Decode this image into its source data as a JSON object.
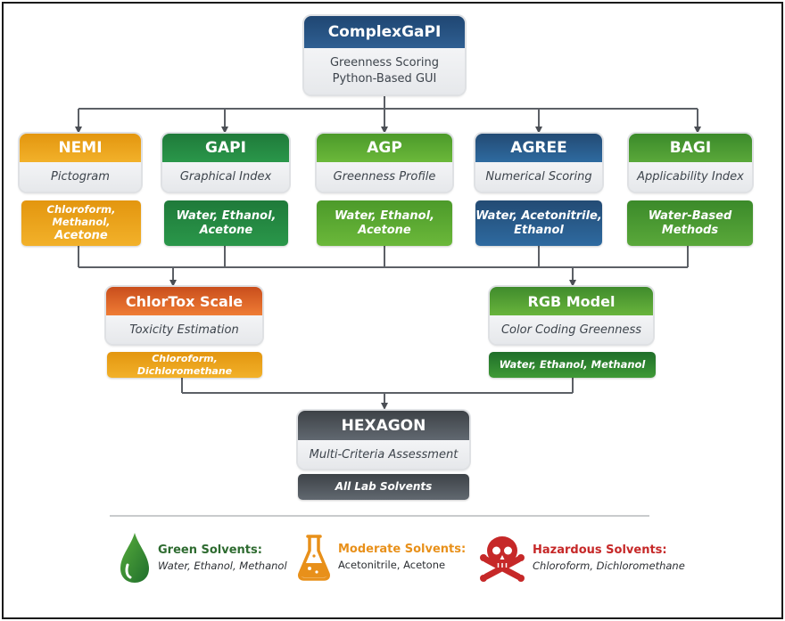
{
  "diagram": {
    "root": {
      "title": "ComplexGaPI",
      "subtitle_line1": "Greenness Scoring",
      "subtitle_line2": "Python-Based GUI",
      "color": "#1f4672"
    },
    "tools": [
      {
        "title": "NEMI",
        "subtitle": "Pictogram",
        "solvents": "Chloroform, Methanol, Acetone",
        "solvents_line1": "Chloroform, Methanol,",
        "solvents_line2": "Acetone",
        "color": "#e89e14"
      },
      {
        "title": "GAPI",
        "subtitle": "Graphical Index",
        "solvents": "Water, Ethanol, Acetone",
        "solvents_line1": "Water, Ethanol,",
        "solvents_line2": "Acetone",
        "color": "#238741"
      },
      {
        "title": "AGP",
        "subtitle": "Greenness Profile",
        "solvents": "Water, Ethanol, Acetone",
        "solvents_line1": "Water, Ethanol,",
        "solvents_line2": "Acetone",
        "color": "#5aa832"
      },
      {
        "title": "AGREE",
        "subtitle": "Numerical Scoring",
        "solvents": "Water, Acetonitrile, Ethanol",
        "solvents_line1": "Water, Acetonitrile,",
        "solvents_line2": "Ethanol",
        "color": "#28598a"
      },
      {
        "title": "BAGI",
        "subtitle": "Applicability Index",
        "solvents": "Water-Based Methods",
        "solvents_line1": "Water-Based",
        "solvents_line2": "Methods",
        "color": "#4a9a32"
      }
    ],
    "secondary": [
      {
        "title": "ChlorTox Scale",
        "subtitle": "Toxicity Estimation",
        "solvents": "Chloroform, Dichloromethane",
        "color": "#dc6428"
      },
      {
        "title": "RGB Model",
        "subtitle": "Color Coding Greenness",
        "solvents": "Water, Ethanol, Methanol",
        "color": "#52a034"
      }
    ],
    "final": {
      "title": "HEXAGON",
      "subtitle": "Multi-Criteria Assessment",
      "solvents": "All Lab Solvents",
      "color": "#4a5057"
    }
  },
  "legend": [
    {
      "icon": "droplet-icon",
      "title": "Green Solvents:",
      "text": "Water, Ethanol, Methanol",
      "color": "#2e7d32"
    },
    {
      "icon": "flask-icon",
      "title": "Moderate Solvents:",
      "text": "Acetonitrile, Acetone",
      "color": "#e8901a"
    },
    {
      "icon": "skull-crossbones-icon",
      "title": "Hazardous Solvents:",
      "text": "Chloroform, Dichloromethane",
      "color": "#c62828"
    }
  ]
}
